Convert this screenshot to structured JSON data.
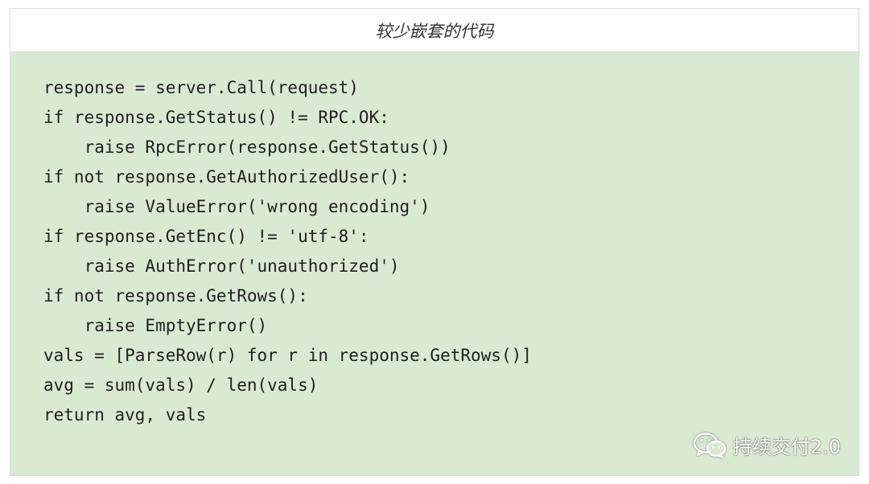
{
  "caption": "较少嵌套的代码",
  "code_lines": [
    "response = server.Call(request)",
    "if response.GetStatus() != RPC.OK:",
    "    raise RpcError(response.GetStatus())",
    "if not response.GetAuthorizedUser():",
    "    raise ValueError('wrong encoding')",
    "if response.GetEnc() != 'utf-8':",
    "    raise AuthError('unauthorized')",
    "if not response.GetRows():",
    "    raise EmptyError()",
    "vals = [ParseRow(r) for r in response.GetRows()]",
    "avg = sum(vals) / len(vals)",
    "return avg, vals"
  ],
  "watermark": {
    "icon": "wechat-icon",
    "text": "持续交付2.0"
  },
  "colors": {
    "code_background": "#d9ead3",
    "text": "#1f1f1f"
  }
}
